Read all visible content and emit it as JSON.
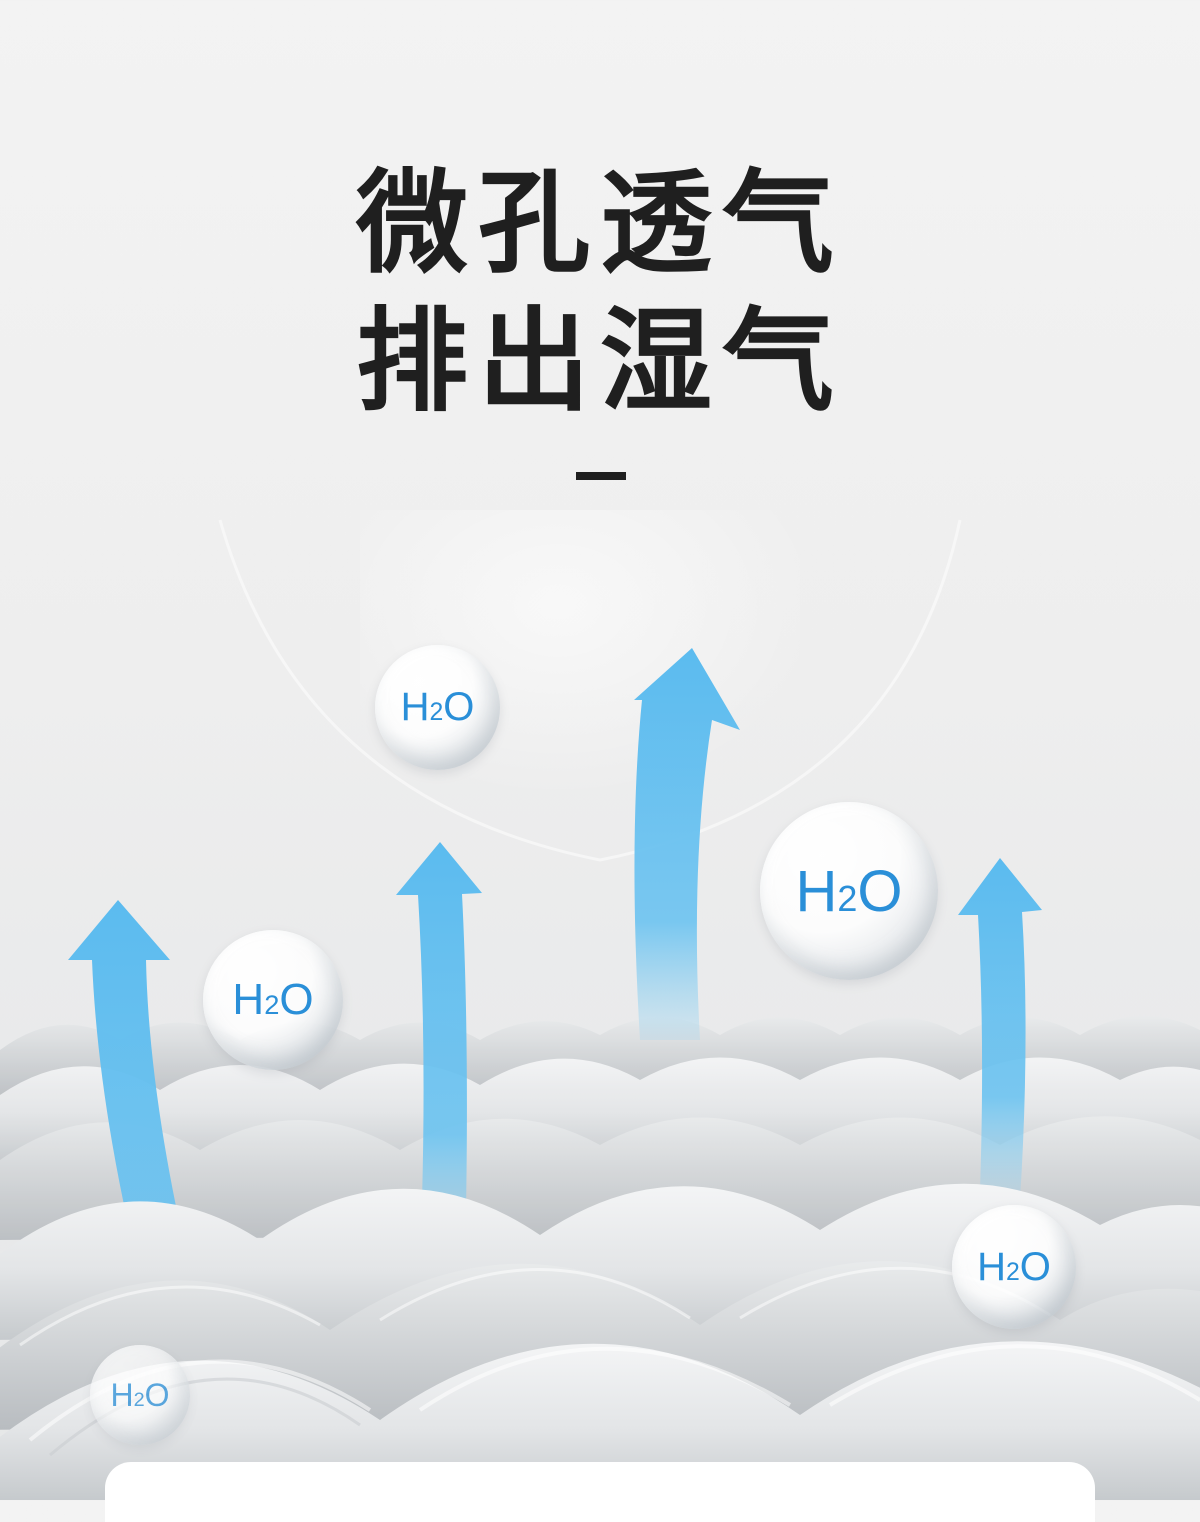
{
  "headline": {
    "line1": "微孔透气",
    "line2": "排出湿气"
  },
  "bubbles": [
    {
      "label": "H2O"
    },
    {
      "label": "H2O"
    },
    {
      "label": "H2O"
    },
    {
      "label": "H2O"
    },
    {
      "label": "H2O"
    }
  ],
  "colors": {
    "arrow": "#5bbbef",
    "text": "#1f1f1f",
    "h2o": "#2a8fd8"
  },
  "icons": [
    "upward-arrow-icon",
    "water-molecule-bubble"
  ]
}
